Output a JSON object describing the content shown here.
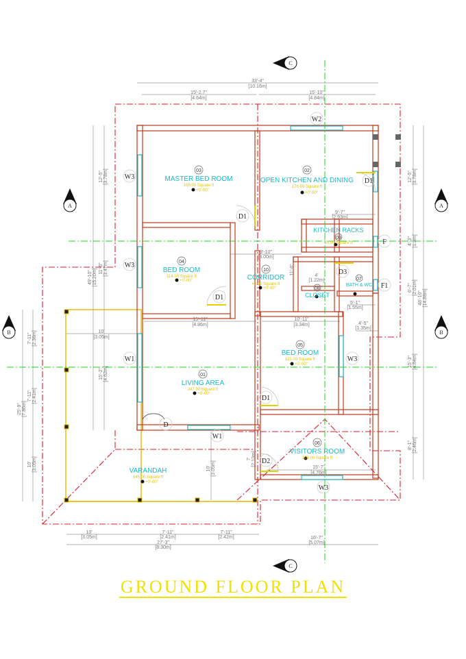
{
  "title": "GROUND FLOOR PLAN",
  "colors": {
    "wall": "#c0391b",
    "wall_fill": "#ffffff",
    "red_dash": "#e0182a",
    "green_axis": "#1bd41b",
    "verandah": "#e8b800",
    "window": "#19b7c6",
    "dim": "#888888",
    "title": "#f2e000"
  },
  "rooms": [
    {
      "num": "03",
      "name": "MASTER BED ROOM",
      "sub": "165.00 Square ft"
    },
    {
      "num": "02",
      "name": "OPEN KITCHEN AND DINING",
      "sub": "176.00 Square ft"
    },
    {
      "num": "09",
      "name": "KITCHEN RACKS",
      "sub": "15.00 Square ft"
    },
    {
      "num": "04",
      "name": "BED ROOM",
      "sub": "114.00 Square ft"
    },
    {
      "num": "10",
      "name": "CORRIDOR",
      "sub": "43.00 Square ft"
    },
    {
      "num": "08",
      "name": "CLOSET",
      "sub": ""
    },
    {
      "num": "07",
      "name": "BATH & WC",
      "sub": ""
    },
    {
      "num": "05",
      "name": "BED ROOM",
      "sub": "115.00 Square ft"
    },
    {
      "num": "01",
      "name": "LIVING AREA",
      "sub": "247.00 Square ft"
    },
    {
      "num": "06",
      "name": "VISITORS ROOM",
      "sub": "109.00 Square ft"
    },
    {
      "num": "",
      "name": "VARANDAH",
      "sub": "145.00 Square ft"
    }
  ],
  "level_marks": {
    "text": "+0'-00\""
  },
  "openings": {
    "w1": "W1",
    "w2": "W2",
    "w3": "W3",
    "d": "D",
    "d1": "D1",
    "d2": "D2",
    "d3": "D3",
    "f": "F",
    "f1": "F1"
  },
  "section_markers": {
    "a": "A",
    "b": "B",
    "c": "C"
  },
  "dimensions": {
    "top_total": "33'-4\"",
    "top_total_m": "[10.16m]",
    "top_left": "15'-2.7\"",
    "top_left_m": "[4.64m]",
    "top_right": "15'-10\"",
    "top_right_m": "[4.84m]",
    "kitchen_w": "9'-7\"",
    "kitchen_w_m": "[2.93m]",
    "corridor_w": "9'-10\"",
    "corridor_w_m": "[3.00m]",
    "closet_w": "4'",
    "closet_w_m": "[1.22m]",
    "bath_w": "5'-1\"",
    "bath_w_m": "[1.55m]",
    "living_w": "15'-11\"",
    "living_w_m": "[4.86m]",
    "bed05_w": "10'-11\"",
    "bed05_w_m": "[3.34m]",
    "bath_right": "4'-5\"",
    "bath_right_m": "[1.35m]",
    "liv_inner": "10'",
    "liv_inner_m": "[3.05m]",
    "visitors_w": "15'-7\"",
    "visitors_w_m": "[4.76m]",
    "ver_right": "10'",
    "ver_right_m": "[3.05m]",
    "vis_left": "7'",
    "vis_left_m": "[2.13m]",
    "corr_h": "11'-6\"",
    "bottom_a": "10'",
    "bottom_a_m": "[3.05m]",
    "bottom_b": "7'-11\"",
    "bottom_b_m": "[2.41m]",
    "bottom_c": "7'-11\"",
    "bottom_c_m": "[2.42m]",
    "bottom_total": "27'-3\"",
    "bottom_total_m": "[8.30m]",
    "bottom_right": "16'-7\"",
    "bottom_right_m": "[5.07m]",
    "left_total": "49'-10\"",
    "left_total_m": "[15.20m]",
    "left_a": "12'-5\"",
    "left_a_m": "[3.78m]",
    "left_b": "11'-5\"",
    "left_b_m": "[3.47m]",
    "left_c": "15'-2\"",
    "left_c_m": "[4.62m]",
    "outer_total": "25'-9\"",
    "outer_total_m": "[7.86m]",
    "outer_a": "7'-11\"",
    "outer_a_m": "[2.38m]",
    "outer_b": "7'-11\"",
    "outer_b_m": "[2.41m]",
    "outer_c": "10'",
    "outer_c_m": "[3.05m]",
    "right_total": "48'-10\"",
    "right_total_m": "[14.88m]",
    "right_a": "12'-5\"",
    "right_a_m": "[3.78m]",
    "right_b": "4'-3\"",
    "right_b_m": "[1.3m]",
    "right_c": "6'-7\"",
    "right_c_m": "[2.01m]",
    "right_d": "15'-3\"",
    "right_d_m": "[4.64m]",
    "right_e": "8'-1\"",
    "right_e_m": "[2.46m]"
  }
}
